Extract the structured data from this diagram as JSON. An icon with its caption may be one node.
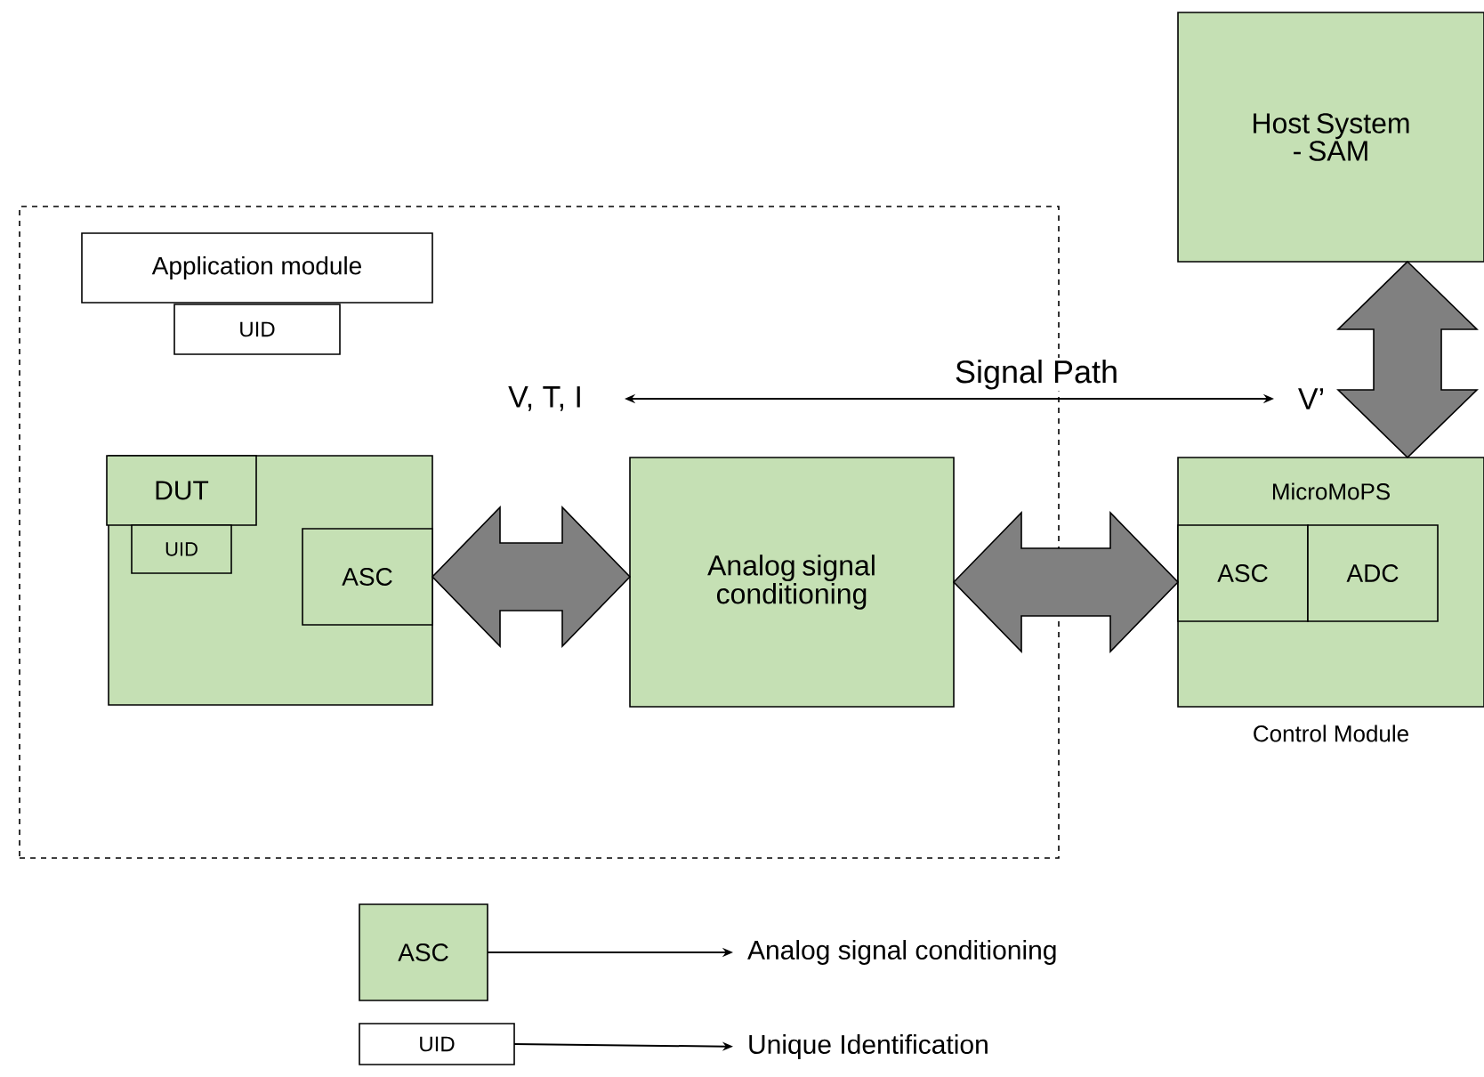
{
  "diagram": {
    "nodes": [
      {
        "text": [],
        "shape": "box"
      },
      {
        "text": [
          "Application module"
        ],
        "in": 0
      },
      {
        "text": [
          "UID"
        ],
        "in": 0
      },
      {
        "text": [],
        "shape": "box",
        "in": 0
      },
      {
        "text": [
          "DUT"
        ],
        "in": 3
      },
      {
        "text": [
          "UID"
        ],
        "in": 3
      },
      {
        "text": [
          "ASC"
        ],
        "in": 3
      },
      {
        "text": [
          "Analog signal conditioning"
        ],
        "in": 0
      },
      {
        "text": [
          "V, T, I"
        ],
        "in": 0
      },
      {
        "text": [
          "V’"
        ]
      },
      {
        "text": [
          "Host System - SAM"
        ]
      },
      {
        "text": [
          "MicroMoPS"
        ],
        "beside": [
          "Control Module"
        ]
      },
      {
        "text": [
          "ASC"
        ],
        "in": 11
      },
      {
        "text": [
          "ADC"
        ],
        "in": 11
      },
      {
        "text": [
          "ASC"
        ]
      },
      {
        "text": [
          "UID"
        ]
      },
      {
        "text": [
          "Analog signal conditioning"
        ]
      },
      {
        "text": [
          "Unique Identification"
        ]
      }
    ],
    "edges": [
      {
        "from": 8,
        "to": 9,
        "arrow": "both",
        "label": "Signal Path"
      },
      {
        "from": 6,
        "to": 7,
        "arrow": "both",
        "style": "thick"
      },
      {
        "from": 7,
        "to": 12,
        "arrow": "both",
        "style": "thick"
      },
      {
        "from": 10,
        "to": 11,
        "arrow": "both",
        "style": "thick"
      },
      {
        "from": 14,
        "to": 16,
        "arrow": "to"
      },
      {
        "from": 15,
        "to": 17,
        "arrow": "to"
      }
    ]
  }
}
